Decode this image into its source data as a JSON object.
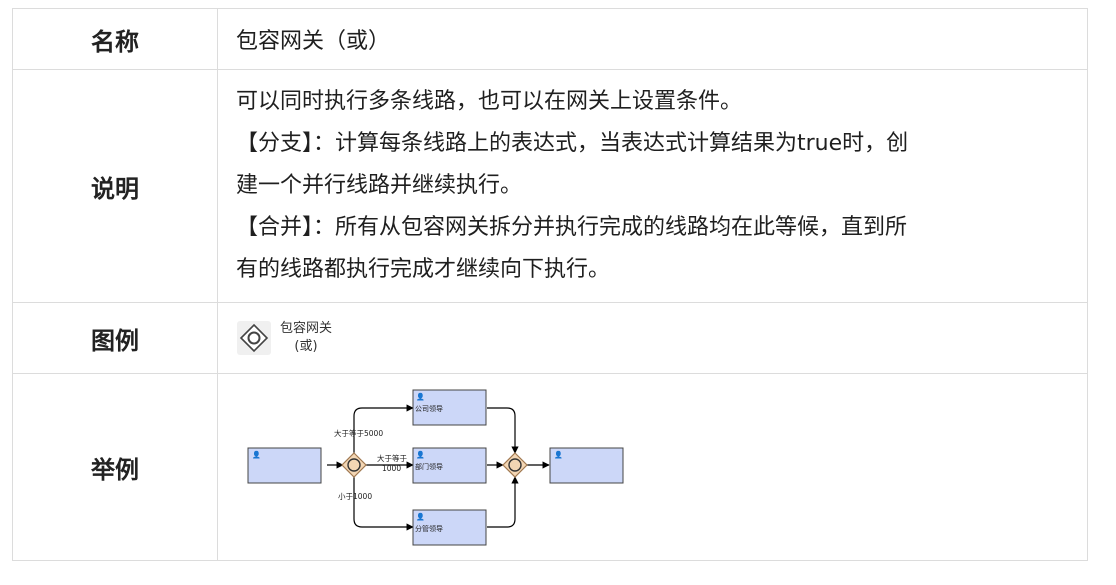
{
  "rows": {
    "name": {
      "label": "名称",
      "value": "包容网关（或）"
    },
    "description": {
      "label": "说明",
      "lines": [
        "可以同时执行多条线路，也可以在网关上设置条件。",
        "【分支】：计算每条线路上的表达式，当表达式计算结果为true时，创",
        "建一个并行线路并继续执行。",
        "【合并】：所有从包容网关拆分并执行完成的线路均在此等候，直到所",
        "有的线路都执行完成才继续向下执行。"
      ]
    },
    "legend": {
      "label": "图例",
      "icon": "inclusive-gateway-icon",
      "text_line1": "包容网关",
      "text_line2": "(或)"
    },
    "example": {
      "label": "举例",
      "diagram": {
        "tasks": {
          "company_leader": "公司领导",
          "dept_leader": "部门领导",
          "division_leader": "分管领导"
        },
        "conditions": {
          "top": "大于等于5000",
          "middle_line1": "大于等于",
          "middle_line2": "1000",
          "bottom": "小于1000"
        },
        "colors": {
          "task_fill": "#ccd7f8",
          "gateway_fill": "#f3d6b4",
          "gateway_stroke": "#a07850"
        }
      }
    }
  }
}
